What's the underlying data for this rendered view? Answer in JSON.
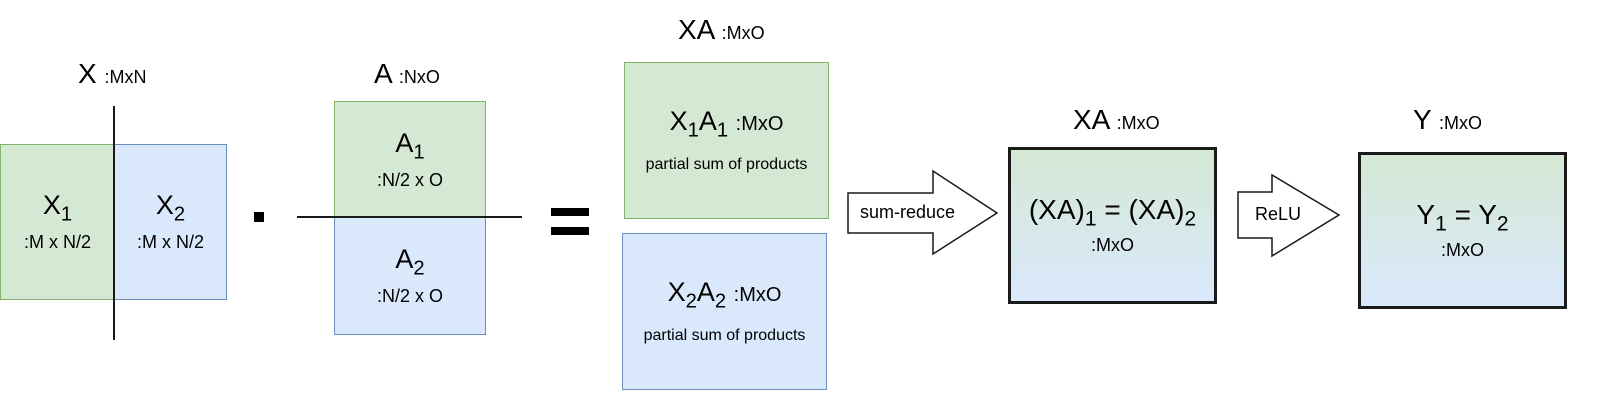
{
  "x_matrix": {
    "label": "X",
    "suffix": ":MxN",
    "x1_name": "X",
    "x1_sub": "1",
    "x1_dims": ":M x N/2",
    "x2_name": "X",
    "x2_sub": "2",
    "x2_dims": ":M x N/2"
  },
  "dot_operator": "·",
  "a_matrix": {
    "label": "A",
    "suffix": ":NxO",
    "a1_name": "A",
    "a1_sub": "1",
    "a1_dims": ":N/2 x O",
    "a2_name": "A",
    "a2_sub": "2",
    "a2_dims": ":N/2 x O"
  },
  "equals_operator": "=",
  "xa_stack": {
    "label": "XA",
    "suffix": ":MxO",
    "p1": {
      "x": "X",
      "x_sub": "1",
      "a": "A",
      "a_sub": "1",
      "suffix": ":MxO",
      "caption": "partial sum of products"
    },
    "p2": {
      "x": "X",
      "x_sub": "2",
      "a": "A",
      "a_sub": "2",
      "suffix": ":MxO",
      "caption": "partial sum of products"
    }
  },
  "arrow1": {
    "label": "sum-reduce"
  },
  "xa_result": {
    "label": "XA",
    "suffix": ":MxO",
    "lhs": "(XA)",
    "lhs_sub": "1",
    "eq": "=",
    "rhs": "(XA)",
    "rhs_sub": "2",
    "dims": ":MxO"
  },
  "arrow2": {
    "label": "ReLU"
  },
  "y_result": {
    "label": "Y",
    "suffix": ":MxO",
    "lhs": "Y",
    "lhs_sub": "1",
    "eq": "=",
    "rhs": "Y",
    "rhs_sub": "2",
    "dims": ":MxO"
  },
  "colors": {
    "green_fill": "#d5e8d4",
    "green_stroke": "#82b366",
    "blue_fill": "#dae8fc",
    "blue_stroke": "#6c8ebf",
    "dark_stroke": "#1a1a1a"
  }
}
